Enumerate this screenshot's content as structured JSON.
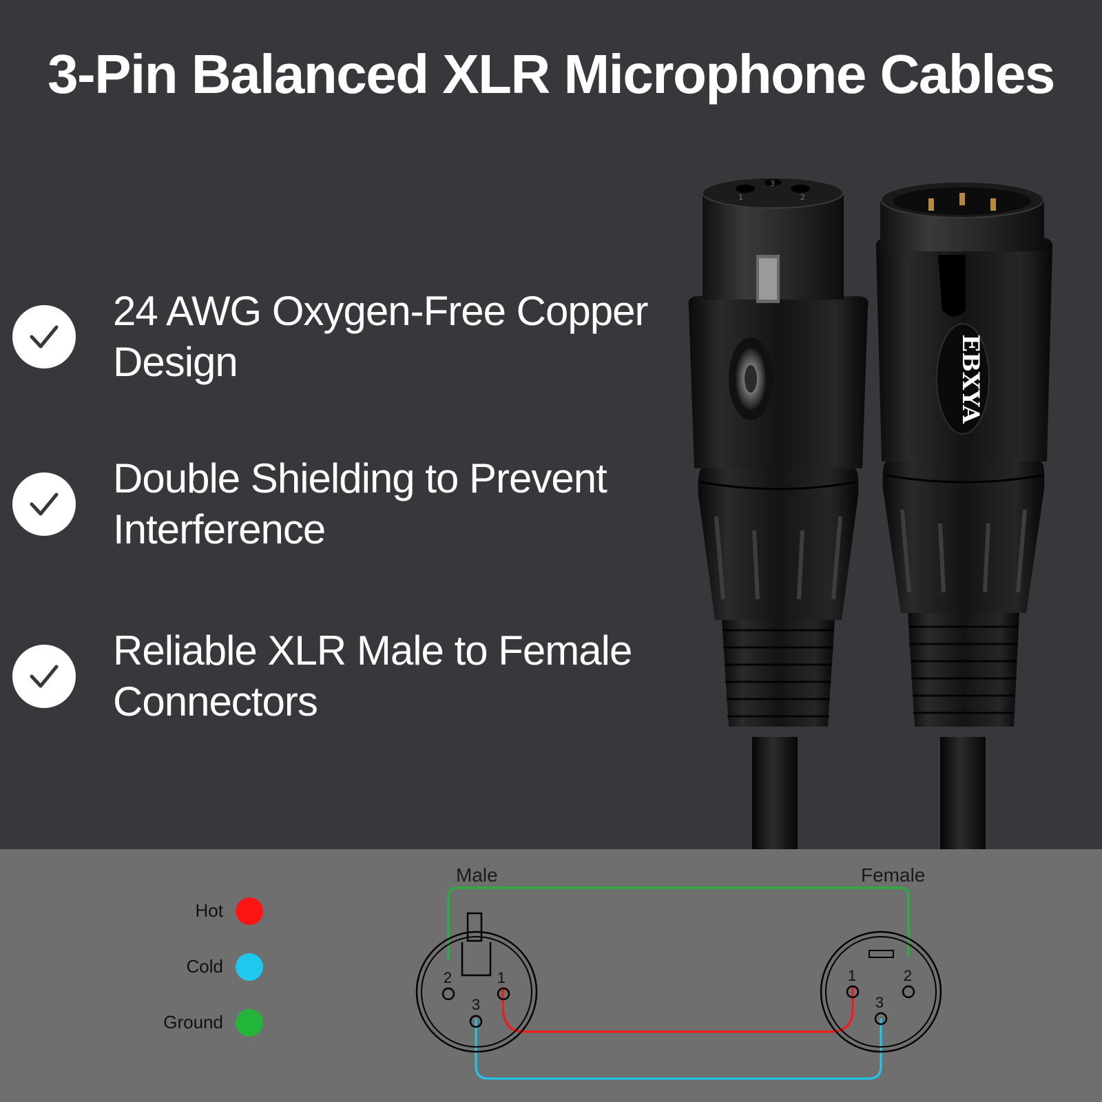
{
  "title": "3-Pin Balanced XLR Microphone Cables",
  "features": [
    {
      "text": "24 AWG Oxygen-Free Copper Design",
      "icon": "check-icon"
    },
    {
      "text": "Double Shielding to Prevent Interference",
      "icon": "check-icon"
    },
    {
      "text": "Reliable XLR Male to Female Connectors",
      "icon": "check-icon"
    }
  ],
  "product": {
    "brand": "EBXYA",
    "female_pins": [
      "1",
      "3",
      "2"
    ]
  },
  "diagram": {
    "male_label": "Male",
    "female_label": "Female",
    "legend": [
      {
        "label": "Hot",
        "color": "#ff1414"
      },
      {
        "label": "Cold",
        "color": "#1ec8ef"
      },
      {
        "label": "Ground",
        "color": "#22b53a"
      }
    ],
    "male_pins": [
      "2",
      "1",
      "3"
    ],
    "female_pins": [
      "1",
      "2",
      "3"
    ]
  },
  "colors": {
    "background": "#38383c",
    "diagram_background": "#6f6f6f",
    "text": "#ffffff"
  }
}
